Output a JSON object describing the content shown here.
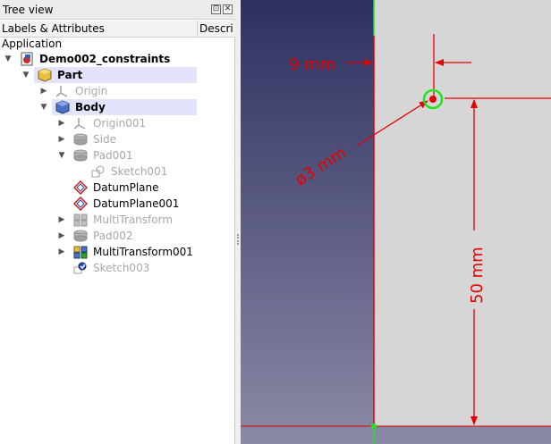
{
  "tree_view": {
    "title": "Tree view",
    "float_button": "⊡",
    "close_button": "✕",
    "columns": [
      "Labels & Attributes",
      "Descri"
    ],
    "root_label": "Application",
    "items": [
      {
        "label": "Demo002_constraints",
        "icon": "document-icon"
      },
      {
        "label": "Part",
        "icon": "part-icon"
      },
      {
        "label": "Origin",
        "icon": "origin-axes-icon"
      },
      {
        "label": "Body",
        "icon": "body-icon"
      },
      {
        "label": "Origin001",
        "icon": "origin-axes-icon"
      },
      {
        "label": "Side",
        "icon": "pad-feature-icon"
      },
      {
        "label": "Pad001",
        "icon": "pad-feature-icon"
      },
      {
        "label": "Sketch001",
        "icon": "sketch-icon"
      },
      {
        "label": "DatumPlane",
        "icon": "datum-plane-icon"
      },
      {
        "label": "DatumPlane001",
        "icon": "datum-plane-icon"
      },
      {
        "label": "MultiTransform",
        "icon": "multitransform-icon"
      },
      {
        "label": "Pad002",
        "icon": "pad-feature-icon"
      },
      {
        "label": "MultiTransform001",
        "icon": "multitransform-icon"
      },
      {
        "label": "Sketch003",
        "icon": "sketch-icon"
      }
    ]
  },
  "viewport": {
    "dim_horizontal": "9 mm",
    "dim_diameter": "ø3 mm",
    "dim_vertical": "50 mm",
    "colors": {
      "bg_top": "#2e3060",
      "bg_bottom": "#8a8aa6",
      "part_face": "#d6d6d6",
      "dimension": "#e60000",
      "selection": "#1de61d"
    }
  }
}
